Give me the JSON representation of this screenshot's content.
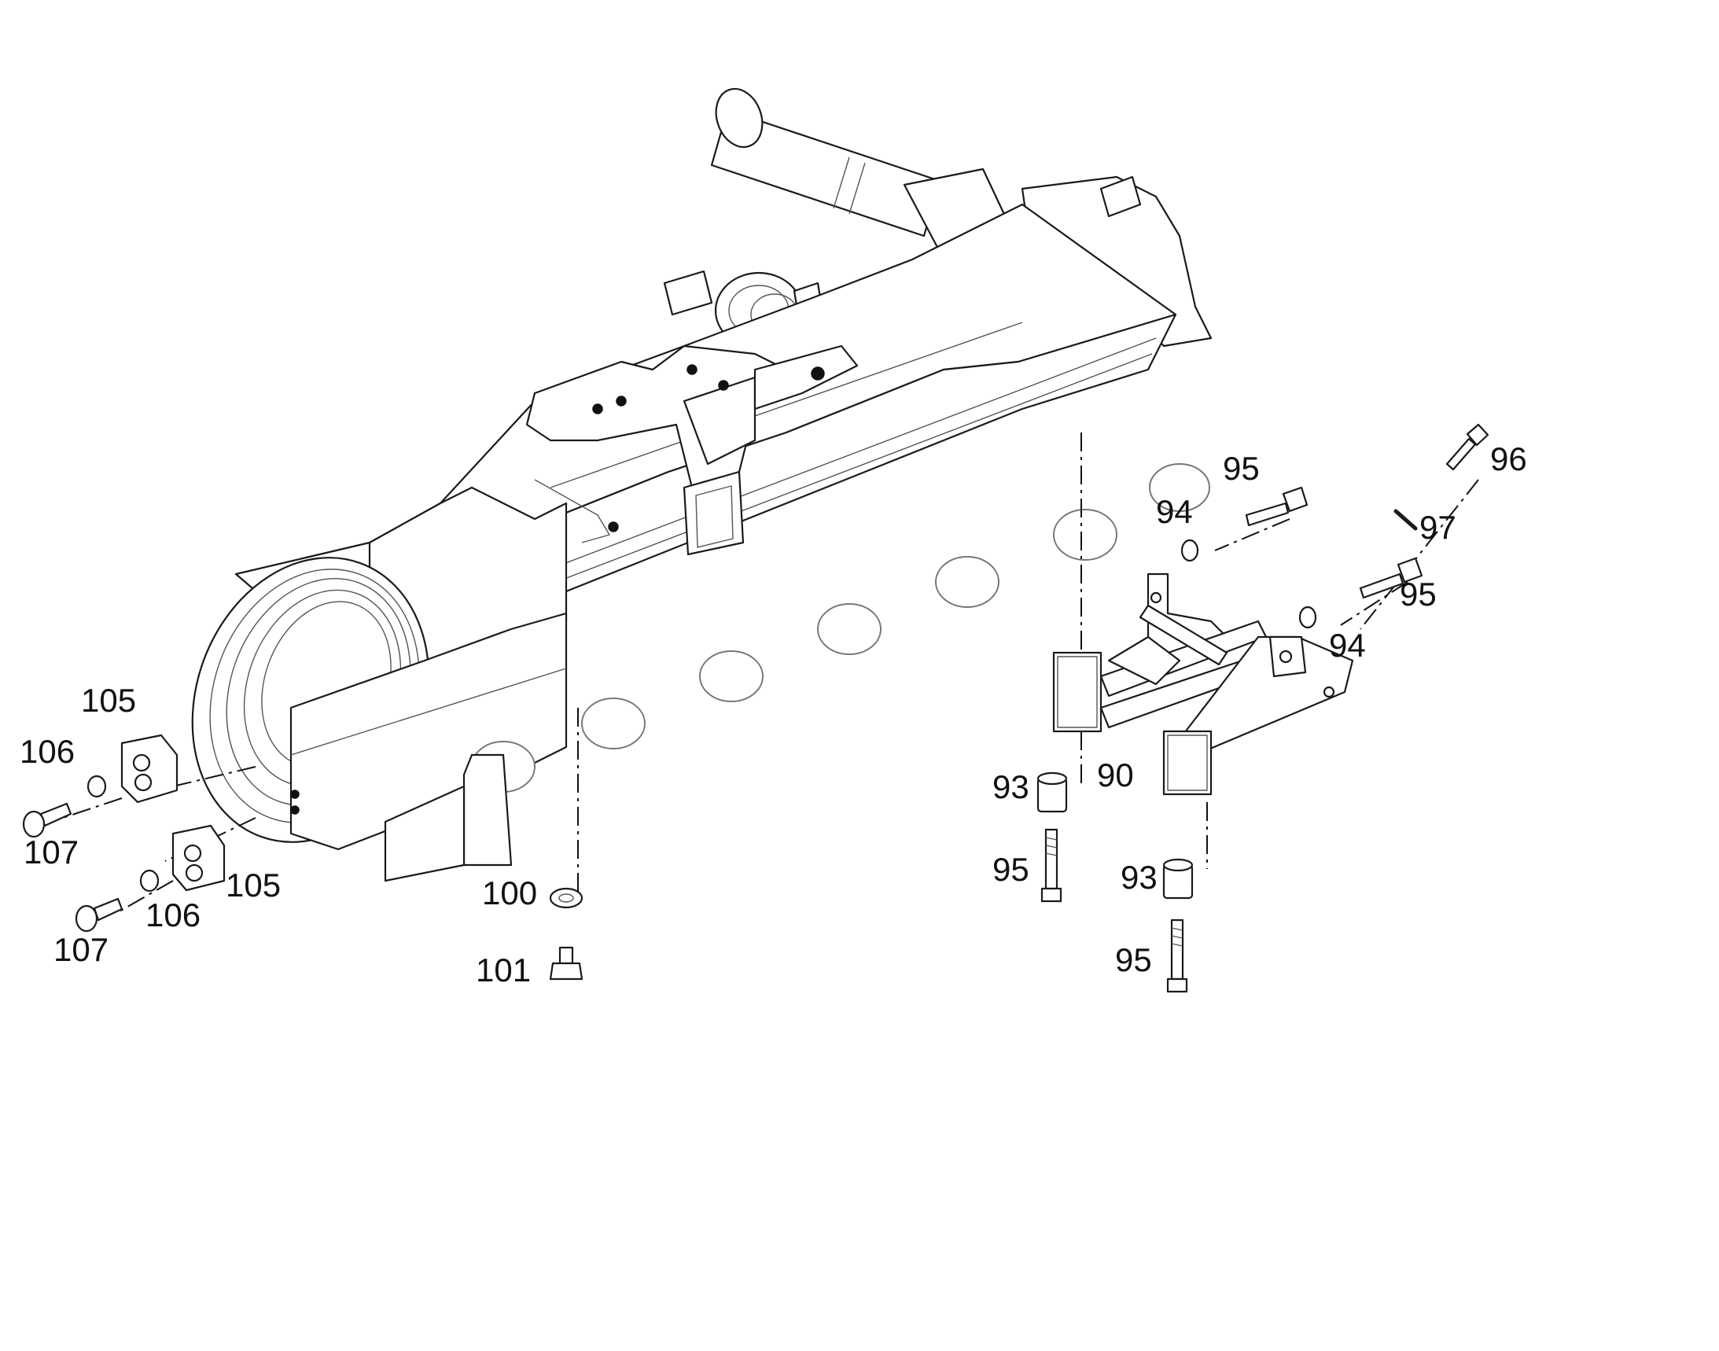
{
  "callouts": {
    "c90": "90",
    "c93a": "93",
    "c93b": "93",
    "c94a": "94",
    "c94b": "94",
    "c95a": "95",
    "c95b": "95",
    "c95c": "95",
    "c95d": "95",
    "c96": "96",
    "c97": "97",
    "c100": "100",
    "c101": "101",
    "c105a": "105",
    "c105b": "105",
    "c106a": "106",
    "c106b": "106",
    "c107a": "107",
    "c107b": "107"
  }
}
